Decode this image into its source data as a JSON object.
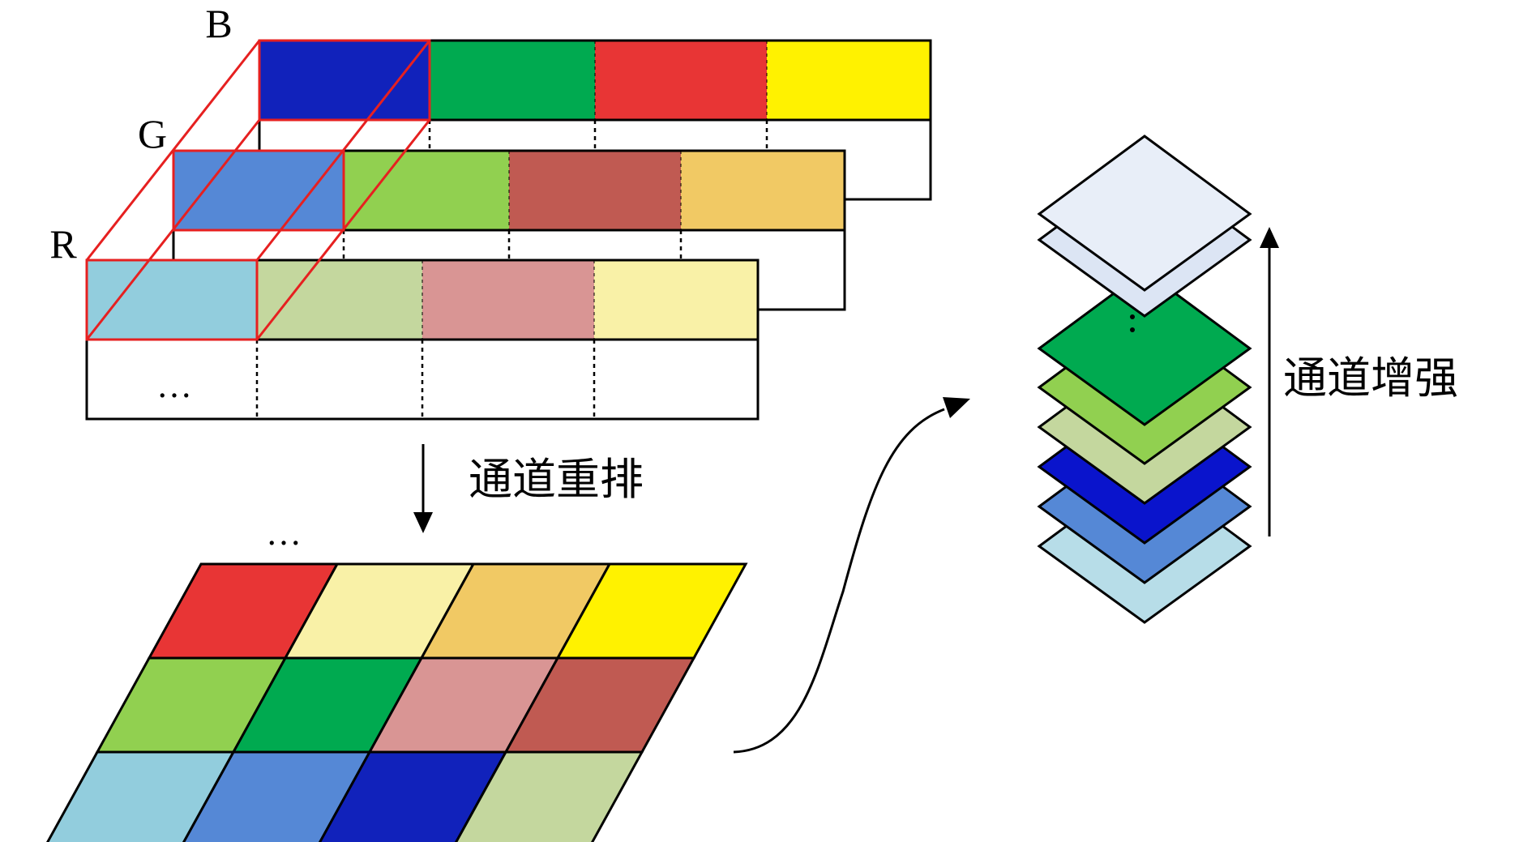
{
  "labels": {
    "channel_b": "B",
    "channel_g": "G",
    "channel_r": "R",
    "ellipsis_stack": "…",
    "ellipsis_grid": "…",
    "rearrange": "通道重排",
    "enhance": "通道增强"
  },
  "colors": {
    "b_row": [
      "#1122bb",
      "#00aa50",
      "#e83535",
      "#fff200"
    ],
    "g_row": [
      "#5588d6",
      "#91d050",
      "#c05a52",
      "#f1c964"
    ],
    "r_row": [
      "#92cddd",
      "#c4d79e",
      "#d99594",
      "#f9f1a7"
    ],
    "grid": [
      [
        "#e83535",
        "#f9f1a7",
        "#f1c964",
        "#fff200"
      ],
      [
        "#91d050",
        "#00aa50",
        "#d99594",
        "#c05a52"
      ],
      [
        "#92cddd",
        "#5588d6",
        "#1122bb",
        "#c4d79e"
      ]
    ],
    "layers_bottom_to_top": [
      "#b7dde8",
      "#5588d6",
      "#0a14cc",
      "#c4d79e",
      "#91d050",
      "#00aa50"
    ],
    "top_layers": [
      "#dce5f4",
      "#e8eef8"
    ],
    "highlight": "#e62020"
  }
}
